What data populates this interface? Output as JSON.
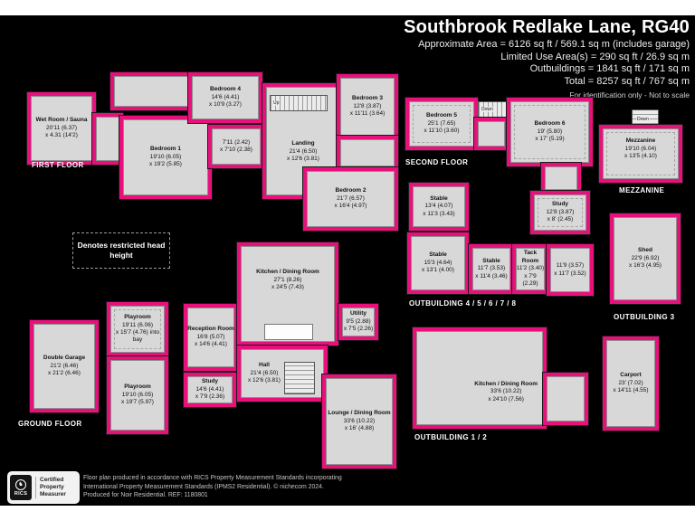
{
  "header": {
    "title": "Southbrook Redlake Lane, RG40",
    "area_line1": "Approximate Area = 6126 sq ft / 569.1 sq m (includes garage)",
    "area_line2": "Limited Use Area(s) = 290 sq ft / 26.9 sq m",
    "area_line3": "Outbuildings = 1841 sq ft / 171 sq m",
    "area_line4": "Total = 8257 sq ft / 767 sq m",
    "disclaimer": "For identification only - Not to scale"
  },
  "note": "Denotes restricted head height",
  "labels": {
    "first_floor": "FIRST FLOOR",
    "second_floor": "SECOND FLOOR",
    "ground_floor": "GROUND FLOOR",
    "mezzanine": "MEZZANINE",
    "outbuilding_45678": "OUTBUILDING 4 / 5 / 6 / 7 / 8",
    "outbuilding_3": "OUTBUILDING 3",
    "outbuilding_12": "OUTBUILDING 1 / 2"
  },
  "stairs": {
    "up": "Up",
    "down": "Down"
  },
  "rooms": {
    "wet_room": {
      "name": "Wet Room / Sauna",
      "d1": "20'11 (6.37)",
      "d2": "x 4.31 (14'2)"
    },
    "bedroom1": {
      "name": "Bedroom 1",
      "d1": "19'10 (6.05)",
      "d2": "x 19'2 (5.85)"
    },
    "bedroom4": {
      "name": "Bedroom 4",
      "d1": "14'6 (4.41)",
      "d2": "x 10'9 (3.27)"
    },
    "store_ff": {
      "name": "",
      "d1": "7'11 (2.42)",
      "d2": "x 7'10 (2.38)"
    },
    "landing": {
      "name": "Landing",
      "d1": "21'4 (6.50)",
      "d2": "x 12'6 (3.81)"
    },
    "bedroom3": {
      "name": "Bedroom 3",
      "d1": "12'8 (3.87)",
      "d2": "x 11'11 (3.64)"
    },
    "bedroom2": {
      "name": "Bedroom 2",
      "d1": "21'7 (6.57)",
      "d2": "x 16'4 (4.97)"
    },
    "bedroom5": {
      "name": "Bedroom 5",
      "d1": "25'1 (7.65)",
      "d2": "x 11'10 (3.60)"
    },
    "bedroom6": {
      "name": "Bedroom 6",
      "d1": "19' (5.80)",
      "d2": "x 17' (5.19)"
    },
    "study_2f": {
      "name": "Study",
      "d1": "12'8 (3.87)",
      "d2": "x 8' (2.45)"
    },
    "mezzanine": {
      "name": "Mezzanine",
      "d1": "19'10 (6.04)",
      "d2": "x 13'5 (4.10)"
    },
    "stable_a": {
      "name": "Stable",
      "d1": "13'4 (4.07)",
      "d2": "x 11'3 (3.43)"
    },
    "stable_b": {
      "name": "Stable",
      "d1": "15'3 (4.64)",
      "d2": "x 13'1 (4.00)"
    },
    "stable_c": {
      "name": "Stable",
      "d1": "11'7 (3.53)",
      "d2": "x 11'4 (3.46)"
    },
    "tack_room": {
      "name": "Tack Room",
      "d1": "11'2 (3.40)",
      "d2": "x 7'9 (2.29)"
    },
    "store_ob": {
      "name": "",
      "d1": "11'9 (3.57)",
      "d2": "x 11'7 (3.52)"
    },
    "shed": {
      "name": "Shed",
      "d1": "22'9 (6.92)",
      "d2": "x 16'3 (4.95)"
    },
    "double_garage": {
      "name": "Double Garage",
      "d1": "21'2 (6.46)",
      "d2": "x 21'2 (6.46)"
    },
    "playroom1": {
      "name": "Playroom",
      "d1": "19'11 (6.06)",
      "d2": "x 15'7 (4.76) into bay"
    },
    "playroom2": {
      "name": "Playroom",
      "d1": "19'10 (6.05)",
      "d2": "x 19'7 (5.97)"
    },
    "reception": {
      "name": "Reception Room",
      "d1": "16'8 (5.07)",
      "d2": "x 14'6 (4.41)"
    },
    "study_gf": {
      "name": "Study",
      "d1": "14'6 (4.41)",
      "d2": "x 7'9 (2.36)"
    },
    "kitchen": {
      "name": "Kitchen / Dining Room",
      "d1": "27'1 (8.26)",
      "d2": "x 24'5 (7.43)"
    },
    "utility": {
      "name": "Utility",
      "d1": "9'5 (2.88)",
      "d2": "x 7'5 (2.26)"
    },
    "hall": {
      "name": "Hall",
      "d1": "21'4 (6.50)",
      "d2": "x 12'6 (3.81)"
    },
    "lounge": {
      "name": "Lounge / Dining Room",
      "d1": "33'6 (10.22)",
      "d2": "x 16' (4.88)"
    },
    "kitchen_ob": {
      "name": "Kitchen / Dining Room",
      "d1": "33'6 (10.22)",
      "d2": "x 24'10 (7.56)"
    },
    "carport": {
      "name": "Carport",
      "d1": "23' (7.02)",
      "d2": "x 14'11 (4.55)"
    }
  },
  "footer": {
    "badge_org": "RICS",
    "badge_text": "Certified Property Measurer",
    "line1": "Floor plan produced in accordance with RICS Property Measurement Standards incorporating",
    "line2": "International Property Measurement Standards (IPMS2 Residential).  © nichecom 2024.",
    "line3": "Produced for Noir Residential.   REF:  1180801"
  },
  "colors": {
    "wall": "#e8117c",
    "room_fill": "#d8d8d8",
    "background": "#000000"
  }
}
